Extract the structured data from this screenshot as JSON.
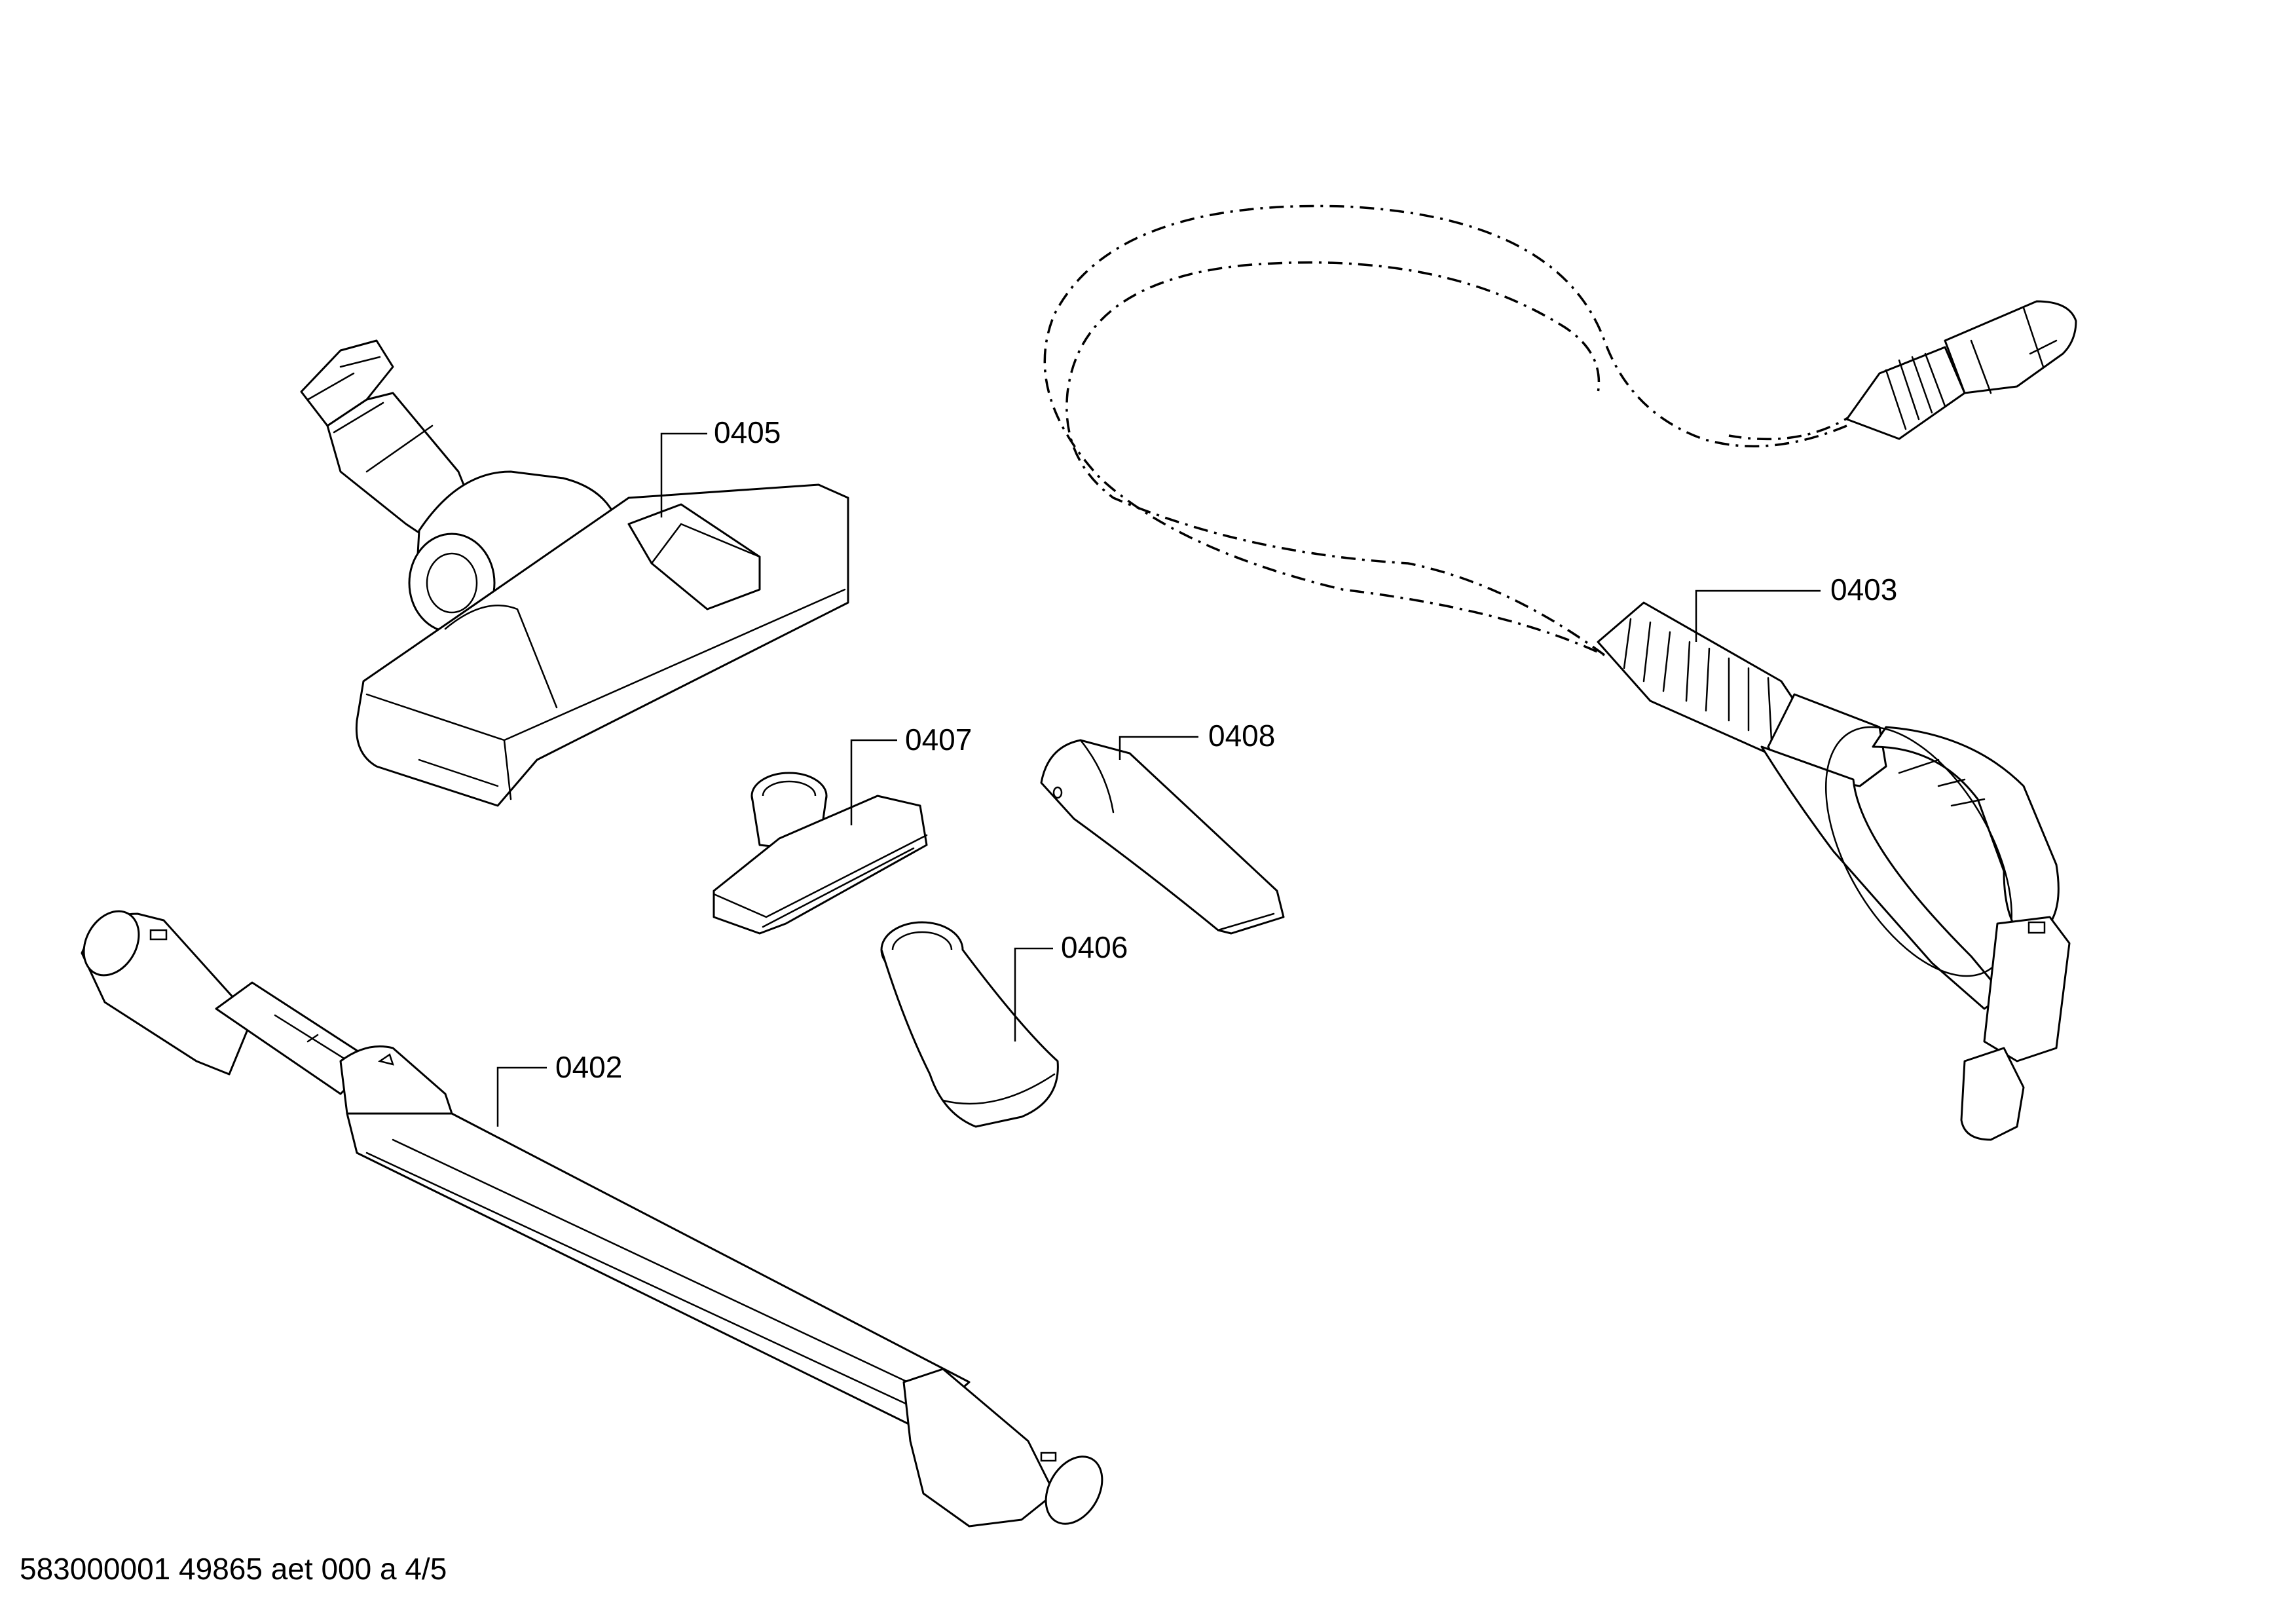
{
  "callouts": {
    "c0405": "0405",
    "c0403": "0403",
    "c0407": "0407",
    "c0408": "0408",
    "c0406": "0406",
    "c0402": "0402"
  },
  "footer": "583000001 49865 aet 000 a 4/5"
}
